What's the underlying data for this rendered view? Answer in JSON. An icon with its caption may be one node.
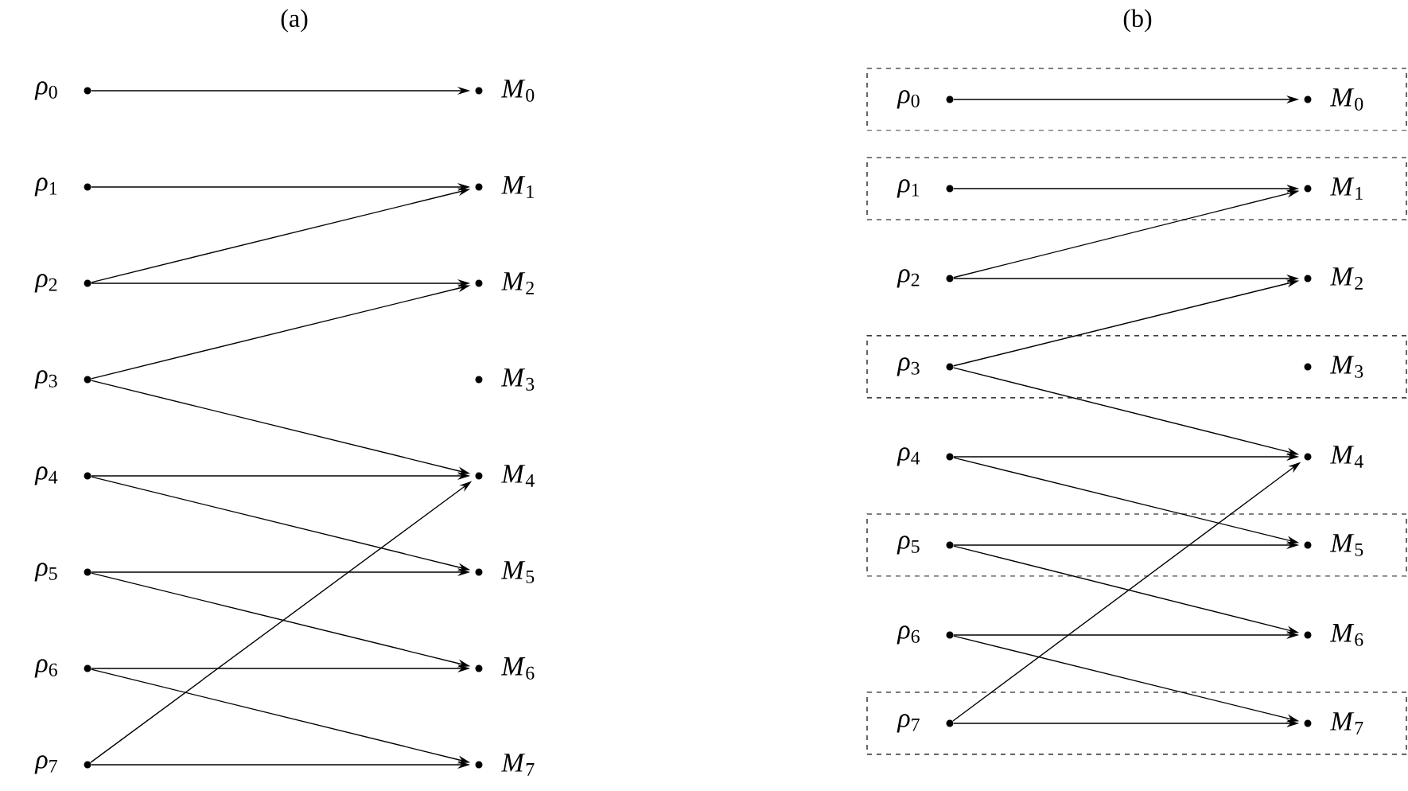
{
  "diagram": {
    "labels": [
      "(a)",
      "(b)"
    ],
    "nodes": [
      {
        "text": [],
        "shape": "circle",
        "beside": [
          "*ρ*$_{0}$"
        ]
      },
      {
        "text": [],
        "shape": "circle",
        "beside": [
          "*ρ*$_{1}$"
        ]
      },
      {
        "text": [],
        "shape": "circle",
        "beside": [
          "*ρ*$_{2}$"
        ]
      },
      {
        "text": [],
        "shape": "circle",
        "beside": [
          "*ρ*$_{3}$"
        ]
      },
      {
        "text": [],
        "shape": "circle",
        "beside": [
          "*ρ*$_{4}$"
        ]
      },
      {
        "text": [],
        "shape": "circle",
        "beside": [
          "*ρ*$_{5}$"
        ]
      },
      {
        "text": [],
        "shape": "circle",
        "beside": [
          "*ρ*$_{6}$"
        ]
      },
      {
        "text": [],
        "shape": "circle",
        "beside": [
          "*ρ*$_{7}$"
        ]
      },
      {
        "text": [],
        "shape": "circle",
        "beside": [
          "*M*$_{0}$"
        ]
      },
      {
        "text": [],
        "shape": "circle",
        "beside": [
          "*M*$_{1}$"
        ]
      },
      {
        "text": [],
        "shape": "circle",
        "beside": [
          "*M*$_{2}$"
        ]
      },
      {
        "text": [],
        "shape": "circle",
        "beside": [
          "*M*$_{3}$"
        ]
      },
      {
        "text": [],
        "shape": "circle",
        "beside": [
          "*M*$_{4}$"
        ]
      },
      {
        "text": [],
        "shape": "circle",
        "beside": [
          "*M*$_{5}$"
        ]
      },
      {
        "text": [],
        "shape": "circle",
        "beside": [
          "*M*$_{6}$"
        ]
      },
      {
        "text": [],
        "shape": "circle",
        "beside": [
          "*M*$_{7}$"
        ]
      },
      {
        "text": [],
        "shape": "box"
      },
      {
        "text": [],
        "shape": "box"
      },
      {
        "text": [],
        "shape": "box"
      },
      {
        "text": [],
        "shape": "box"
      },
      {
        "text": [],
        "shape": "box"
      },
      {
        "text": [],
        "shape": "circle",
        "beside": [
          "*ρ*$_{0}$"
        ],
        "in": 16
      },
      {
        "text": [],
        "shape": "circle",
        "beside": [
          "*ρ*$_{1}$"
        ],
        "in": 17
      },
      {
        "text": [],
        "shape": "circle",
        "beside": [
          "*ρ*$_{2}$"
        ]
      },
      {
        "text": [],
        "shape": "circle",
        "beside": [
          "*ρ*$_{3}$"
        ],
        "in": 18
      },
      {
        "text": [],
        "shape": "circle",
        "beside": [
          "*ρ*$_{4}$"
        ]
      },
      {
        "text": [],
        "shape": "circle",
        "beside": [
          "*ρ*$_{5}$"
        ],
        "in": 19
      },
      {
        "text": [],
        "shape": "circle",
        "beside": [
          "*ρ*$_{6}$"
        ]
      },
      {
        "text": [],
        "shape": "circle",
        "beside": [
          "*ρ*$_{7}$"
        ],
        "in": 20
      },
      {
        "text": [],
        "shape": "circle",
        "beside": [
          "*M*$_{0}$"
        ],
        "in": 16
      },
      {
        "text": [],
        "shape": "circle",
        "beside": [
          "*M*$_{1}$"
        ],
        "in": 17
      },
      {
        "text": [],
        "shape": "circle",
        "beside": [
          "*M*$_{2}$"
        ]
      },
      {
        "text": [],
        "shape": "circle",
        "beside": [
          "*M*$_{3}$"
        ],
        "in": 18
      },
      {
        "text": [],
        "shape": "circle",
        "beside": [
          "*M*$_{4}$"
        ]
      },
      {
        "text": [],
        "shape": "circle",
        "beside": [
          "*M*$_{5}$"
        ],
        "in": 19
      },
      {
        "text": [],
        "shape": "circle",
        "beside": [
          "*M*$_{6}$"
        ]
      },
      {
        "text": [],
        "shape": "circle",
        "beside": [
          "*M*$_{7}$"
        ],
        "in": 20
      }
    ],
    "edges": [
      {
        "from": 0,
        "to": 8,
        "arrow": "to"
      },
      {
        "from": 1,
        "to": 9,
        "arrow": "to"
      },
      {
        "from": 2,
        "to": 9,
        "arrow": "to"
      },
      {
        "from": 2,
        "to": 10,
        "arrow": "to"
      },
      {
        "from": 3,
        "to": 10,
        "arrow": "to"
      },
      {
        "from": 3,
        "to": 12,
        "arrow": "to"
      },
      {
        "from": 4,
        "to": 12,
        "arrow": "to"
      },
      {
        "from": 4,
        "to": 13,
        "arrow": "to"
      },
      {
        "from": 5,
        "to": 13,
        "arrow": "to"
      },
      {
        "from": 5,
        "to": 14,
        "arrow": "to"
      },
      {
        "from": 6,
        "to": 14,
        "arrow": "to"
      },
      {
        "from": 6,
        "to": 15,
        "arrow": "to"
      },
      {
        "from": 7,
        "to": 12,
        "arrow": "to"
      },
      {
        "from": 7,
        "to": 15,
        "arrow": "to"
      },
      {
        "from": 21,
        "to": 29,
        "arrow": "to"
      },
      {
        "from": 22,
        "to": 30,
        "arrow": "to"
      },
      {
        "from": 23,
        "to": 30,
        "arrow": "to"
      },
      {
        "from": 23,
        "to": 31,
        "arrow": "to"
      },
      {
        "from": 24,
        "to": 31,
        "arrow": "to"
      },
      {
        "from": 24,
        "to": 33,
        "arrow": "to"
      },
      {
        "from": 25,
        "to": 33,
        "arrow": "to"
      },
      {
        "from": 25,
        "to": 34,
        "arrow": "to"
      },
      {
        "from": 26,
        "to": 34,
        "arrow": "to"
      },
      {
        "from": 26,
        "to": 35,
        "arrow": "to"
      },
      {
        "from": 27,
        "to": 35,
        "arrow": "to"
      },
      {
        "from": 27,
        "to": 36,
        "arrow": "to"
      },
      {
        "from": 28,
        "to": 33,
        "arrow": "to"
      },
      {
        "from": 28,
        "to": 36,
        "arrow": "to"
      }
    ]
  }
}
